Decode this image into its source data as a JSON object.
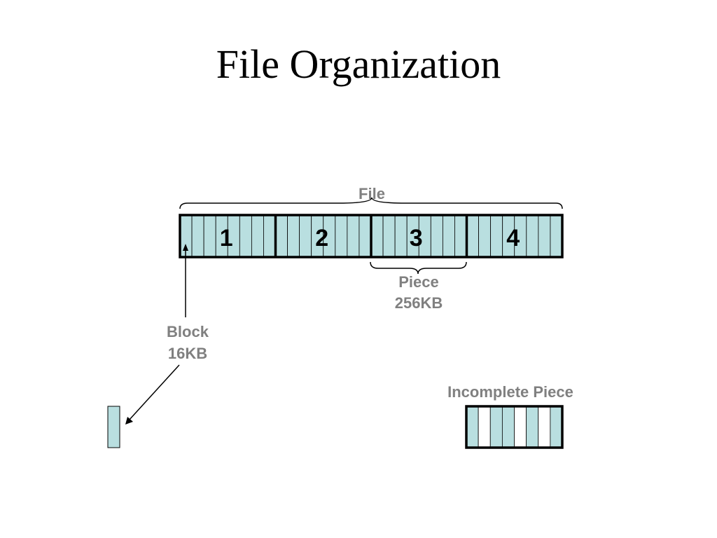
{
  "title": "File Organization",
  "labels": {
    "file": "File",
    "piece_line1": "Piece",
    "piece_line2": "256KB",
    "block_line1": "Block",
    "block_line2": "16KB",
    "incomplete": "Incomplete Piece"
  },
  "pieces": [
    {
      "number": "1"
    },
    {
      "number": "2"
    },
    {
      "number": "3"
    },
    {
      "number": "4"
    }
  ],
  "blocks_per_piece": 8,
  "incomplete_piece_blocks": [
    true,
    false,
    true,
    true,
    false,
    true,
    false,
    true
  ],
  "colors": {
    "block_fill": "#b9dfe0",
    "empty_fill": "#ffffff",
    "label_gray": "#808080",
    "border": "#000000"
  }
}
